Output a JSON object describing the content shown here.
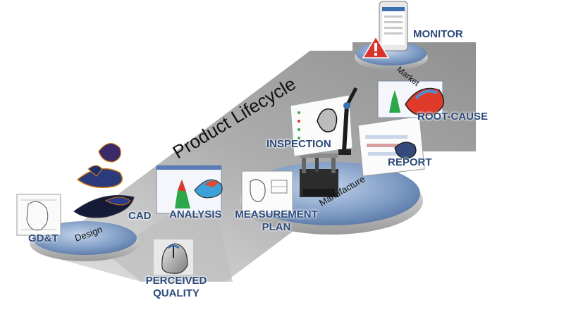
{
  "diagram": {
    "title": "Product Lifecycle",
    "stages": {
      "design": "Design",
      "manufacture": "Manufacture",
      "market": "Market"
    },
    "activities": {
      "gdt": "GD&T",
      "cad": "CAD",
      "analysis": "ANALYSIS",
      "measurement_plan_line1": "MEASUREMENT",
      "measurement_plan_line2": "PLAN",
      "perceived_quality_line1": "PERCEIVED",
      "perceived_quality_line2": "QUALITY",
      "inspection": "INSPECTION",
      "report": "REPORT",
      "root_cause": "ROOT-CAUSE",
      "monitor": "MONITOR"
    },
    "colors": {
      "label": "#2c4a7a",
      "arrow": "#9a9a9a",
      "platform": "#6f8fb8",
      "alert": "#d9342b"
    }
  }
}
